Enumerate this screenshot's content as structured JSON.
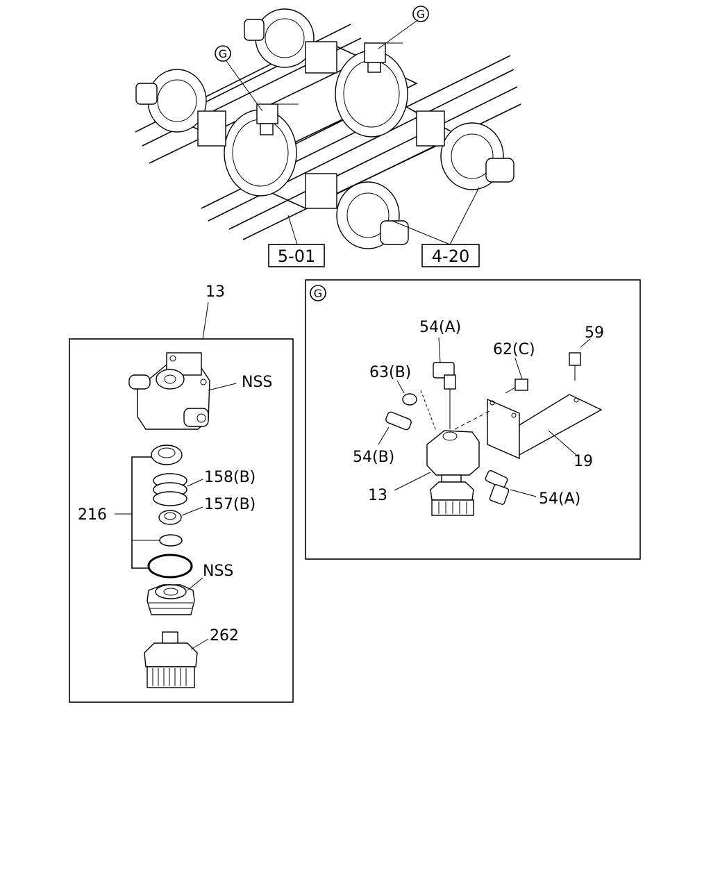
{
  "overview": {
    "detail_marker_1": "G",
    "detail_marker_2": "G",
    "ref_box_1": "5-01",
    "ref_box_2": "4-20"
  },
  "left_panel": {
    "assembly_number": "13",
    "labels": {
      "nss_top": "NSS",
      "part_158": "158(B)",
      "part_157": "157(B)",
      "part_216": "216",
      "nss_mid": "NSS",
      "part_262": "262"
    }
  },
  "detail_g": {
    "marker": "G",
    "labels": {
      "part_54a_top": "54(A)",
      "part_62c": "62(C)",
      "part_59": "59",
      "part_63b": "63(B)",
      "part_54b": "54(B)",
      "part_19": "19",
      "part_13": "13",
      "part_54a_bottom": "54(A)"
    }
  }
}
